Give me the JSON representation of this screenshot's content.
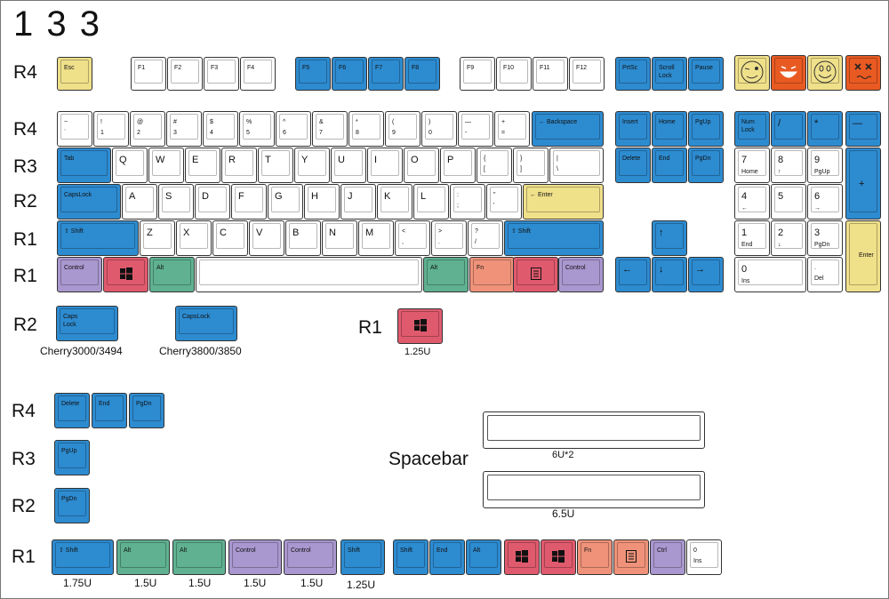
{
  "title": "1 3 3",
  "spacebar_title": "Spacebar",
  "row_labels": {
    "main_r4_fn": "R4",
    "main_r4_num": "R4",
    "main_r3": "R3",
    "main_r2": "R2",
    "main_r1_shift": "R1",
    "main_r1_bottom": "R1",
    "extra_r2": "R2",
    "extra_r1": "R1",
    "ext_r4": "R4",
    "ext_r3": "R3",
    "ext_r2": "R2",
    "ext_r1": "R1"
  },
  "captions": {
    "cherry_3000": "Cherry3000/3494",
    "cherry_3800": "Cherry3800/3850",
    "win_125": "1.25U",
    "space_6u2": "6U*2",
    "space_65": "6.5U",
    "shift_175": "1.75U",
    "alt_15a": "1.5U",
    "alt_15b": "1.5U",
    "ctrl_15a": "1.5U",
    "ctrl_15b": "1.5U",
    "shift_125": "1.25U"
  },
  "colors": {
    "white": "#ffffff",
    "blue": "#2d8bd0",
    "yellow": "#efe08a",
    "red": "#e05a6d",
    "green": "#5fb191",
    "purple": "#a997cf",
    "salmon": "#ef9279",
    "orange": "#e95a22"
  },
  "keys": [
    {
      "id": "esc",
      "label": "Esc",
      "color": "yellow"
    },
    {
      "id": "f1",
      "label": "F1",
      "color": "white"
    },
    {
      "id": "f2",
      "label": "F2",
      "color": "white"
    },
    {
      "id": "f3",
      "label": "F3",
      "color": "white"
    },
    {
      "id": "f4",
      "label": "F4",
      "color": "white"
    },
    {
      "id": "f5",
      "label": "F5",
      "color": "blue"
    },
    {
      "id": "f6",
      "label": "F6",
      "color": "blue"
    },
    {
      "id": "f7",
      "label": "F7",
      "color": "blue"
    },
    {
      "id": "f8",
      "label": "F8",
      "color": "blue"
    },
    {
      "id": "f9",
      "label": "F9",
      "color": "white"
    },
    {
      "id": "f10",
      "label": "F10",
      "color": "white"
    },
    {
      "id": "f11",
      "label": "F11",
      "color": "white"
    },
    {
      "id": "f12",
      "label": "F12",
      "color": "white"
    },
    {
      "id": "prtsc",
      "label": "PrtSc",
      "color": "blue"
    },
    {
      "id": "scroll",
      "label": "Scroll\nLock",
      "color": "blue"
    },
    {
      "id": "pause",
      "label": "Pause",
      "color": "blue"
    },
    {
      "id": "face1",
      "label": "",
      "icon": "wink-face-icon",
      "color": "yellow"
    },
    {
      "id": "face2",
      "label": "",
      "icon": "grin-face-icon",
      "color": "orange"
    },
    {
      "id": "face3",
      "label": "",
      "icon": "smile-face-icon",
      "color": "yellow"
    },
    {
      "id": "face4",
      "label": "",
      "icon": "dizzy-face-icon",
      "color": "orange"
    },
    {
      "id": "tilde",
      "label": "~",
      "sub": "`",
      "color": "white"
    },
    {
      "id": "n1",
      "label": "!",
      "sub": "1",
      "color": "white"
    },
    {
      "id": "n2",
      "label": "@",
      "sub": "2",
      "color": "white"
    },
    {
      "id": "n3",
      "label": "#",
      "sub": "3",
      "color": "white"
    },
    {
      "id": "n4",
      "label": "$",
      "sub": "4",
      "color": "white"
    },
    {
      "id": "n5",
      "label": "%",
      "sub": "5",
      "color": "white"
    },
    {
      "id": "n6",
      "label": "^",
      "sub": "6",
      "color": "white"
    },
    {
      "id": "n7",
      "label": "&",
      "sub": "7",
      "color": "white"
    },
    {
      "id": "n8",
      "label": "*",
      "sub": "8",
      "color": "white"
    },
    {
      "id": "n9",
      "label": "(",
      "sub": "9",
      "color": "white"
    },
    {
      "id": "n0",
      "label": ")",
      "sub": "0",
      "color": "white"
    },
    {
      "id": "minus",
      "label": "—",
      "sub": "-",
      "color": "white"
    },
    {
      "id": "equal",
      "label": "+",
      "sub": "=",
      "color": "white"
    },
    {
      "id": "bksp",
      "label": "← Backspace",
      "color": "blue"
    },
    {
      "id": "insert",
      "label": "Insert",
      "color": "blue"
    },
    {
      "id": "home",
      "label": "Home",
      "color": "blue"
    },
    {
      "id": "pgup",
      "label": "PgUp",
      "color": "blue"
    },
    {
      "id": "numlock",
      "label": "Num\nLock",
      "color": "blue"
    },
    {
      "id": "kpslash",
      "label": "/",
      "color": "blue"
    },
    {
      "id": "kpstar",
      "label": "*",
      "color": "blue"
    },
    {
      "id": "kpminus",
      "label": "—",
      "color": "blue"
    },
    {
      "id": "tab",
      "label": "Tab",
      "color": "blue"
    },
    {
      "id": "q",
      "label": "Q",
      "color": "white"
    },
    {
      "id": "w",
      "label": "W",
      "color": "white"
    },
    {
      "id": "e",
      "label": "E",
      "color": "white"
    },
    {
      "id": "r",
      "label": "R",
      "color": "white"
    },
    {
      "id": "t",
      "label": "T",
      "color": "white"
    },
    {
      "id": "y",
      "label": "Y",
      "color": "white"
    },
    {
      "id": "u",
      "label": "U",
      "color": "white"
    },
    {
      "id": "i",
      "label": "I",
      "color": "white"
    },
    {
      "id": "o",
      "label": "O",
      "color": "white"
    },
    {
      "id": "p",
      "label": "P",
      "color": "white"
    },
    {
      "id": "lbr",
      "label": "{",
      "sub": "[",
      "color": "white"
    },
    {
      "id": "rbr",
      "label": "}",
      "sub": "]",
      "color": "white"
    },
    {
      "id": "bslash",
      "label": "|",
      "sub": "\\",
      "color": "white"
    },
    {
      "id": "delete",
      "label": "Delete",
      "color": "blue"
    },
    {
      "id": "end",
      "label": "End",
      "color": "blue"
    },
    {
      "id": "pgdn",
      "label": "PgDn",
      "color": "blue"
    },
    {
      "id": "kp7",
      "label": "7",
      "sub": "Home",
      "color": "white"
    },
    {
      "id": "kp8",
      "label": "8",
      "sub": "↑",
      "color": "white"
    },
    {
      "id": "kp9",
      "label": "9",
      "sub": "PgUp",
      "color": "white"
    },
    {
      "id": "kpplus",
      "label": "+",
      "color": "blue"
    },
    {
      "id": "caps",
      "label": "CapsLock",
      "color": "blue"
    },
    {
      "id": "a",
      "label": "A",
      "color": "white"
    },
    {
      "id": "s",
      "label": "S",
      "color": "white"
    },
    {
      "id": "d",
      "label": "D",
      "color": "white"
    },
    {
      "id": "f",
      "label": "F",
      "color": "white"
    },
    {
      "id": "g",
      "label": "G",
      "color": "white"
    },
    {
      "id": "h",
      "label": "H",
      "color": "white"
    },
    {
      "id": "j",
      "label": "J",
      "color": "white"
    },
    {
      "id": "k",
      "label": "K",
      "color": "white"
    },
    {
      "id": "l",
      "label": "L",
      "color": "white"
    },
    {
      "id": "semi",
      "label": ":",
      "sub": ";",
      "color": "white"
    },
    {
      "id": "quote",
      "label": "\"",
      "sub": "'",
      "color": "white"
    },
    {
      "id": "enter",
      "label": "← Enter",
      "color": "yellow"
    },
    {
      "id": "kp4",
      "label": "4",
      "sub": "←",
      "color": "white"
    },
    {
      "id": "kp5",
      "label": "5",
      "color": "white"
    },
    {
      "id": "kp6",
      "label": "6",
      "sub": "→",
      "color": "white"
    },
    {
      "id": "lshift",
      "label": "⇧ Shift",
      "color": "blue"
    },
    {
      "id": "z",
      "label": "Z",
      "color": "white"
    },
    {
      "id": "x",
      "label": "X",
      "color": "white"
    },
    {
      "id": "c",
      "label": "C",
      "color": "white"
    },
    {
      "id": "v",
      "label": "V",
      "color": "white"
    },
    {
      "id": "b",
      "label": "B",
      "color": "white"
    },
    {
      "id": "n",
      "label": "N",
      "color": "white"
    },
    {
      "id": "m",
      "label": "M",
      "color": "white"
    },
    {
      "id": "comma",
      "label": "<",
      "sub": ",",
      "color": "white"
    },
    {
      "id": "period",
      "label": ">",
      "sub": ".",
      "color": "white"
    },
    {
      "id": "slash",
      "label": "?",
      "sub": "/",
      "color": "white"
    },
    {
      "id": "rshift",
      "label": "⇧ Shift",
      "color": "blue"
    },
    {
      "id": "up",
      "label": "↑",
      "color": "blue"
    },
    {
      "id": "kp1",
      "label": "1",
      "sub": "End",
      "color": "white"
    },
    {
      "id": "kp2",
      "label": "2",
      "sub": "↓",
      "color": "white"
    },
    {
      "id": "kp3",
      "label": "3",
      "sub": "PgDn",
      "color": "white"
    },
    {
      "id": "kpenter",
      "label": "Enter",
      "color": "yellow"
    },
    {
      "id": "lctrl",
      "label": "Control",
      "color": "purple"
    },
    {
      "id": "lwin",
      "label": "",
      "icon": "windows-logo-icon",
      "color": "red"
    },
    {
      "id": "lalt",
      "label": "Alt",
      "color": "green"
    },
    {
      "id": "space",
      "label": "",
      "color": "white"
    },
    {
      "id": "ralt",
      "label": "Alt",
      "color": "green"
    },
    {
      "id": "fn",
      "label": "Fn",
      "color": "salmon"
    },
    {
      "id": "menu",
      "label": "",
      "icon": "menu-icon",
      "color": "red"
    },
    {
      "id": "rctrl",
      "label": "Control",
      "color": "purple"
    },
    {
      "id": "left",
      "label": "←",
      "color": "blue"
    },
    {
      "id": "down",
      "label": "↓",
      "color": "blue"
    },
    {
      "id": "right",
      "label": "→",
      "color": "blue"
    },
    {
      "id": "kp0",
      "label": "0",
      "sub": "Ins",
      "color": "white"
    },
    {
      "id": "kpdot",
      "label": ".",
      "sub": "Del",
      "color": "white"
    },
    {
      "id": "x_caps1",
      "label": "Caps\nLock",
      "color": "blue"
    },
    {
      "id": "x_caps2",
      "label": "CapsLock",
      "color": "blue"
    },
    {
      "id": "x_win",
      "label": "",
      "icon": "windows-logo-icon",
      "color": "red"
    },
    {
      "id": "e_delete",
      "label": "Delete",
      "color": "blue"
    },
    {
      "id": "e_end",
      "label": "End",
      "color": "blue"
    },
    {
      "id": "e_pgdn",
      "label": "PgDn",
      "color": "blue"
    },
    {
      "id": "e_pgup",
      "label": "PgUp",
      "color": "blue"
    },
    {
      "id": "e_pgdn2",
      "label": "PgDn",
      "color": "blue"
    },
    {
      "id": "b_shift175",
      "label": "⇧ Shift",
      "color": "blue"
    },
    {
      "id": "b_alt1",
      "label": "Alt",
      "color": "green"
    },
    {
      "id": "b_alt2",
      "label": "Alt",
      "color": "green"
    },
    {
      "id": "b_ctrl1",
      "label": "Control",
      "color": "purple"
    },
    {
      "id": "b_ctrl2",
      "label": "Control",
      "color": "purple"
    },
    {
      "id": "b_shift125",
      "label": "Shift",
      "color": "blue"
    },
    {
      "id": "b_shift",
      "label": "Shift",
      "color": "blue"
    },
    {
      "id": "b_end",
      "label": "End",
      "color": "blue"
    },
    {
      "id": "b_alt",
      "label": "Alt",
      "color": "blue"
    },
    {
      "id": "b_win1",
      "label": "",
      "icon": "windows-logo-icon",
      "color": "red"
    },
    {
      "id": "b_win2",
      "label": "",
      "icon": "windows-logo-icon",
      "color": "red"
    },
    {
      "id": "b_fn",
      "label": "Fn",
      "color": "salmon"
    },
    {
      "id": "b_menu",
      "label": "",
      "icon": "menu-icon",
      "color": "salmon"
    },
    {
      "id": "b_ctrl",
      "label": "Ctrl",
      "color": "purple"
    },
    {
      "id": "b_kp0",
      "label": "0",
      "sub": "Ins",
      "color": "white"
    },
    {
      "id": "sp1",
      "label": "",
      "color": "white"
    },
    {
      "id": "sp2",
      "label": "",
      "color": "white"
    }
  ]
}
